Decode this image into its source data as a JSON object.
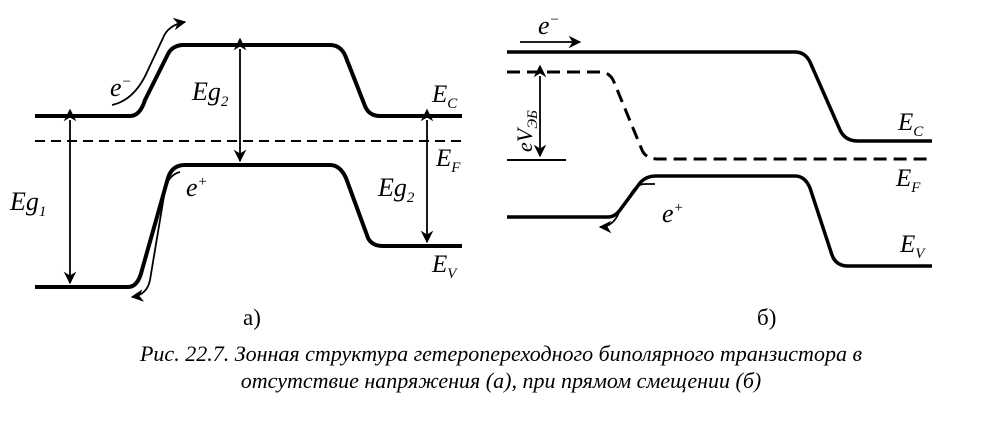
{
  "diagram_a": {
    "electron": "e",
    "electron_sup": "−",
    "hole": "e",
    "hole_sup": "+",
    "eg2_main": "Eg",
    "eg2_sub": "2",
    "eg2_right_main": "Eg",
    "eg2_right_sub": "2",
    "eg1_main": "Eg",
    "eg1_sub": "1",
    "ec_main": "E",
    "ec_sub": "C",
    "ef_main": "E",
    "ef_sub": "F",
    "ev_main": "E",
    "ev_sub": "V",
    "sublabel": "а)"
  },
  "diagram_b": {
    "electron": "e",
    "electron_sup": "−",
    "hole": "e",
    "hole_sup": "+",
    "voltage_main": "eV",
    "voltage_sub": "ЭБ",
    "ec_main": "E",
    "ec_sub": "C",
    "ef_main": "E",
    "ef_sub": "F",
    "ev_main": "E",
    "ev_sub": "V",
    "sublabel": "б)"
  },
  "caption": {
    "line1": "Рис. 22.7. Зонная структура гетеропереходного биполярного транзистора в",
    "line2": "отсутствие напряжения (а), при прямом смещении (б)"
  }
}
